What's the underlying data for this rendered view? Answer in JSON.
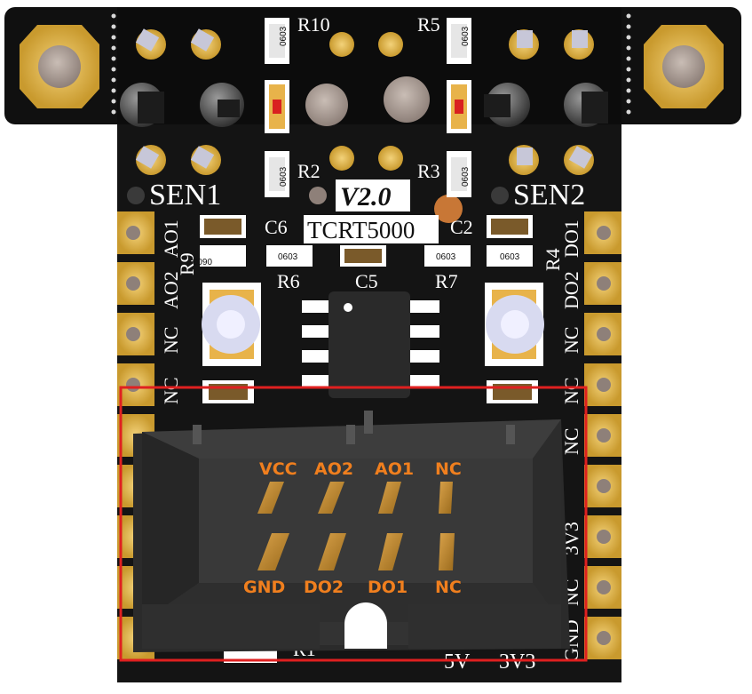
{
  "board": {
    "version": "V2.0",
    "sensor": "TCRT5000",
    "sensor_left": "SEN1",
    "sensor_right": "SEN2"
  },
  "components": {
    "R10": "R10",
    "R5": "R5",
    "R2": "R2",
    "R3": "R3",
    "R9": "R9",
    "R4": "R4",
    "R6": "R6",
    "R7": "R7",
    "R1": "R1",
    "C6": "C6",
    "C2": "C2",
    "C5": "C5",
    "size_code": "0603"
  },
  "left_edge_labels": [
    "AO1",
    "AO2",
    "NC",
    "NC"
  ],
  "right_edge_labels": [
    "DO1",
    "DO2",
    "NC",
    "NC",
    "NC",
    "3V3",
    "NC",
    "GND"
  ],
  "bottom_labels": {
    "v5": "5V",
    "v33": "3V3"
  },
  "connector": {
    "top_pins": [
      "VCC",
      "AO2",
      "AO1",
      "NC"
    ],
    "bottom_pins": [
      "GND",
      "DO2",
      "DO1",
      "NC"
    ],
    "label_color": "#f07f1e"
  },
  "highlight_color": "#e02020"
}
